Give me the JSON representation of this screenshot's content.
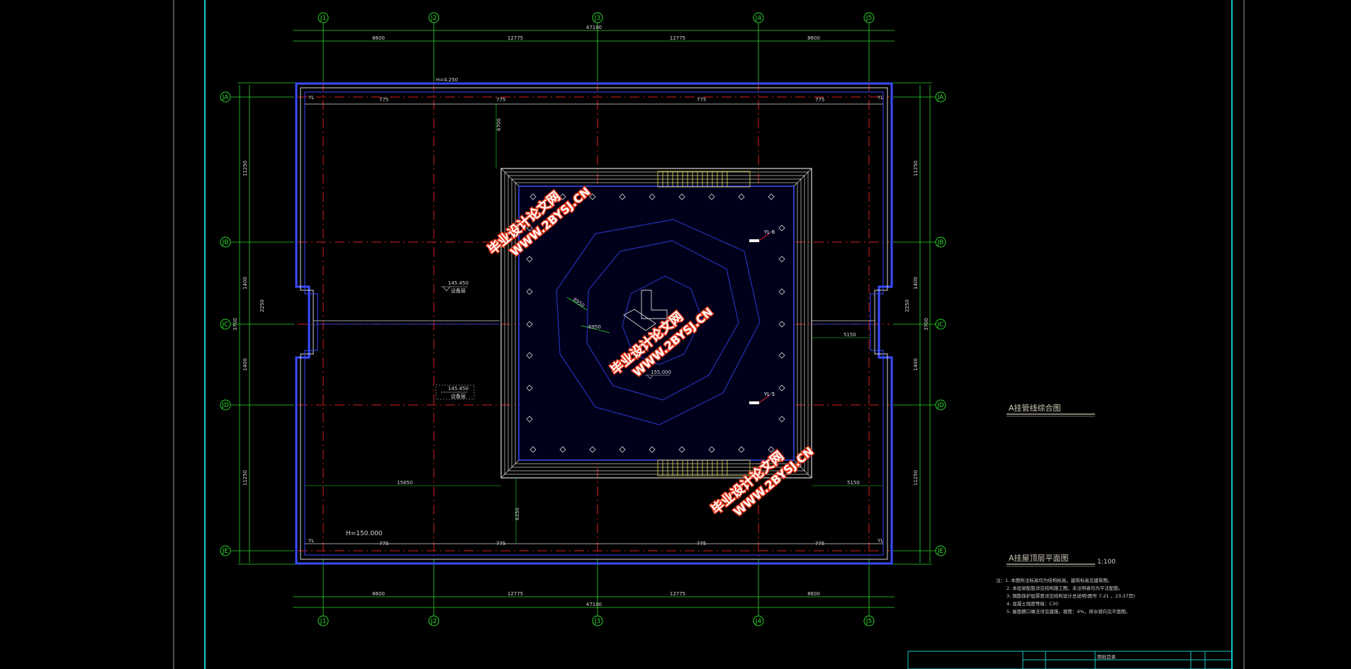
{
  "drawing": {
    "axes_top": [
      "J1",
      "J2",
      "J3",
      "J4",
      "J5"
    ],
    "axes_side": [
      "JA",
      "JB",
      "JC",
      "JD",
      "JE"
    ],
    "dims_top_total": "47100",
    "dims_top": [
      "8600",
      "12775",
      "12775",
      "8600"
    ],
    "dims_bottom_total": "47100",
    "dims_bottom": [
      "8600",
      "12775",
      "12775",
      "8600"
    ],
    "elevation_top": "H=4.250",
    "elevation_main": "H=150.000",
    "elevation_pool": "155.000",
    "level_mark_1": "145.450",
    "level_mark_1_note": "设备层",
    "level_mark_2": "145.450",
    "level_mark_2_note": "设备层",
    "tag_upper": "YL-6",
    "tag_lower": "YL-5",
    "dim_left_gap": "15850",
    "dim_right_gap": "5150",
    "dim_right_short": "5150",
    "dim_vert_top": "6700",
    "dim_vert_bottom": "6350",
    "side_dims_left": [
      "11250",
      "1400",
      "3700",
      "1400",
      "11250"
    ],
    "side_dims_right": [
      "11250",
      "1400",
      "3700",
      "1400",
      "11250"
    ],
    "side_small": [
      "2250",
      "2250"
    ],
    "beam_labels": [
      "775",
      "775",
      "775",
      "775"
    ],
    "grate_labels": [
      "YL",
      "YL",
      "YL",
      "YL"
    ],
    "pool_dims": [
      "8950",
      "6950"
    ]
  },
  "watermarks": [
    {
      "line1": "毕业设计论文网",
      "line2": "WWW.2BYSJ.CN"
    },
    {
      "line1": "毕业设计论文网",
      "line2": "WWW.2BYSJ.CN"
    },
    {
      "line1": "毕业设计论文网",
      "line2": "WWW.2BYSJ.CN"
    }
  ],
  "side_titles": {
    "pipeline": "A挂管线综合图",
    "roof_plan": "A挂屋顶层平面图",
    "roof_scale": "1:100"
  },
  "notes": [
    "注：1. 本图所注标高均为结构标高，建筑标高见建筑图。",
    "2. 本层梁配筋详见结构施工图，未注明者均为平法配筋。",
    "3. 钢筋保护层厚度详见结构设计总说明(图号 7-21 ，23-37页)",
    "4. 混凝土强度等级：C30",
    "5. 屋面檐口做法详见建施，坡度：4%，排水坡向见平面图。"
  ],
  "title_block": {
    "header_label": "图纸目录"
  },
  "colors": {
    "axis_green": "#2bd62b",
    "grid_red": "#d42020",
    "frame_cyan": "#14c8c8",
    "wall_blue": "#3a4cff",
    "wall_white": "#d8d8d8",
    "yellow_hatch": "#e8e05a",
    "dim_green": "#33cc33"
  }
}
